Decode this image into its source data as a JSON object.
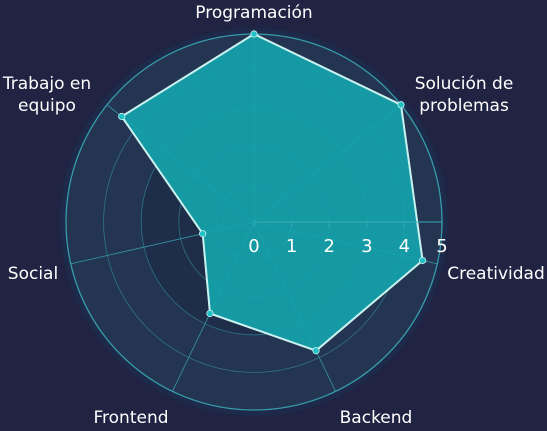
{
  "chart_data": {
    "type": "radar",
    "categories": [
      "Programación",
      "Solución de problemas",
      "Creatividad",
      "Backend",
      "Frontend",
      "Social",
      "Trabajo en equipo"
    ],
    "category_lines": [
      [
        "Programación"
      ],
      [
        "Solución de",
        "problemas"
      ],
      [
        "Creatividad"
      ],
      [
        "Backend"
      ],
      [
        "Frontend"
      ],
      [
        "Social"
      ],
      [
        "Trabajo en",
        "equipo"
      ]
    ],
    "series": [
      {
        "values": [
          5,
          5,
          4.6,
          3.8,
          2.7,
          1.4,
          4.5
        ]
      }
    ],
    "rlim": [
      0,
      5
    ],
    "ticks": [
      "0",
      "1",
      "2",
      "3",
      "4",
      "5"
    ],
    "grid": true,
    "colors": {
      "background": "#202342",
      "plot_background": "#243552",
      "inner_band": "#1e2d48",
      "grid": "#3aa9b4",
      "fill": "#14a3ab",
      "line": "#c9f2f0",
      "point": "#21c0c4",
      "text": "#ffffff"
    }
  }
}
